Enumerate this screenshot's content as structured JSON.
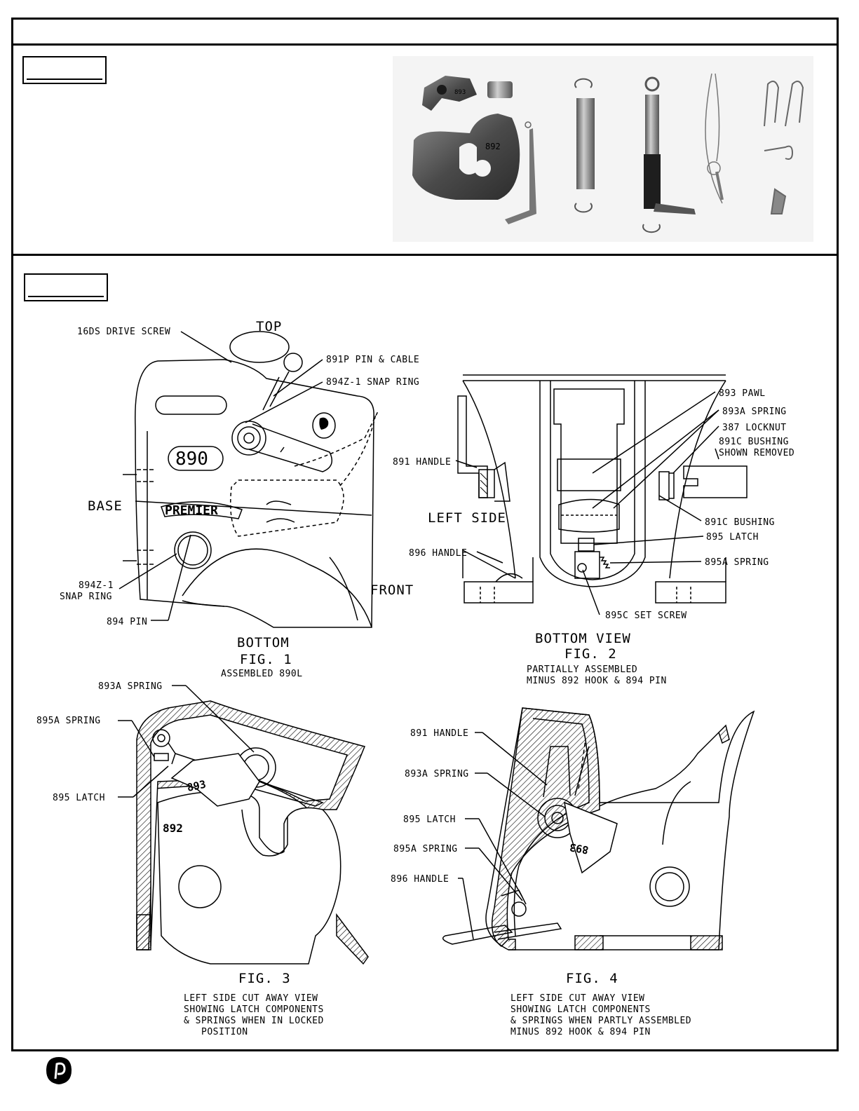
{
  "figures": {
    "fig1": {
      "title_top": "TOP",
      "title": "BOTTOM",
      "fig": "FIG. 1",
      "caption": "ASSEMBLED 890L",
      "side_base": "BASE",
      "side_front": "FRONT",
      "casting_number": "890",
      "casting_brand": "PREMIER",
      "labels": {
        "drive_screw": "16DS DRIVE SCREW",
        "pin_cable": "891P PIN & CABLE",
        "snap_ring_top": "894Z-1 SNAP RING",
        "snap_ring_a": "894Z-1",
        "snap_ring_b": "SNAP RING",
        "pin": "894 PIN"
      }
    },
    "fig2": {
      "title": "BOTTOM VIEW",
      "fig": "FIG. 2",
      "side": "LEFT SIDE",
      "caption_1": "PARTIALLY ASSEMBLED",
      "caption_2": "MINUS 892 HOOK & 894 PIN",
      "labels": {
        "pawl": "893 PAWL",
        "spring_893a": "893A SPRING",
        "locknut": "387 LOCKNUT",
        "bushing_removed_1": "891C BUSHING",
        "bushing_removed_2": "SHOWN REMOVED",
        "handle_891": "891 HANDLE",
        "bushing": "891C BUSHING",
        "latch": "895 LATCH",
        "spring_895a": "895A SPRING",
        "handle_896": "896 HANDLE",
        "set_screw": "895C SET SCREW"
      }
    },
    "fig3": {
      "fig": "FIG. 3",
      "caption_1": "LEFT SIDE CUT AWAY VIEW",
      "caption_2": "SHOWING LATCH COMPONENTS",
      "caption_3": "& SPRINGS WHEN IN LOCKED",
      "caption_4": "POSITION",
      "part_893": "893",
      "part_892": "892",
      "labels": {
        "spring_893a": "893A SPRING",
        "spring_895a": "895A SPRING",
        "latch": "895 LATCH"
      }
    },
    "fig4": {
      "fig": "FIG. 4",
      "caption_1": "LEFT SIDE CUT AWAY VIEW",
      "caption_2": "SHOWING LATCH COMPONENTS",
      "caption_3": "& SPRINGS WHEN PARTLY ASSEMBLED",
      "caption_4": "MINUS 892 HOOK & 894 PIN",
      "part_893": "893",
      "labels": {
        "handle_891": "891 HANDLE",
        "spring_893a": "893A SPRING",
        "latch": "895 LATCH",
        "spring_895a": "895A SPRING",
        "handle_896": "896 HANDLE"
      }
    }
  },
  "photo": {
    "hook_number": "892",
    "pawl_number": "893"
  }
}
